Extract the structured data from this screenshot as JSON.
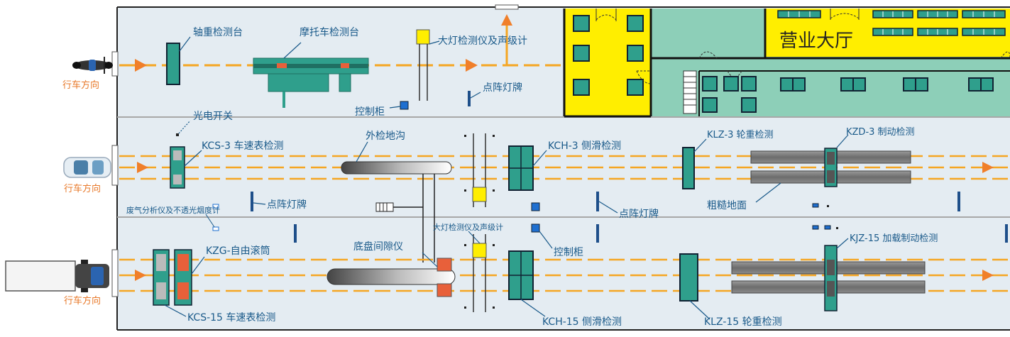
{
  "colors": {
    "lane_bg": "#e4ecf2",
    "dash": "#f5a623",
    "arrow": "#f07f2a",
    "equipment": "#2f9f8c",
    "equipment_dark": "#1f6f62",
    "yellow": "#ffee00",
    "building_teal": "#8dcfb8",
    "label_blue": "#1a5a8a",
    "direction_orange": "#e8792a",
    "roller_red": "#e8603a",
    "control_blue": "#1e6fd0",
    "rough_gray": "#777777"
  },
  "icons": {
    "motorcycle": "motorcycle-icon",
    "car": "car-icon",
    "truck": "truck-icon"
  },
  "lanes": [
    {
      "direction": "行车方向"
    },
    {
      "direction": "行车方向"
    },
    {
      "direction": "行车方向"
    }
  ],
  "labels": {
    "axle_weight": "轴重检测台",
    "motorcycle_tester": "摩托车检测台",
    "headlight_sound_1": "大灯检测仪及声级计",
    "dot_matrix_1": "点阵灯牌",
    "control_cabinet_1": "控制柜",
    "business_hall": "营业大厅",
    "photoelectric_switch": "光电开关",
    "kcs3": "KCS-3 车速表检测",
    "external_pit": "外检地沟",
    "kch3": "KCH-3 侧滑检测",
    "klz3": "KLZ-3 轮重检测",
    "kzd3": "KZD-3 制动检测",
    "dot_matrix_2": "点阵灯牌",
    "dot_matrix_3": "点阵灯牌",
    "rough_ground": "粗糙地面",
    "exhaust_analyzer": "废气分析仪及不透光烟度计",
    "headlight_sound_2": "大灯检测仪及声级计",
    "chassis_gap": "底盘间隙仪",
    "control_cabinet_2": "控制柜",
    "kjz15": "KJZ-15 加载制动检测",
    "kzg": "KZG-自由滚筒",
    "kcs15": "KCS-15 车速表检测",
    "kch15": "KCH-15 侧滑检测",
    "klz15": "KLZ-15 轮重检测"
  }
}
